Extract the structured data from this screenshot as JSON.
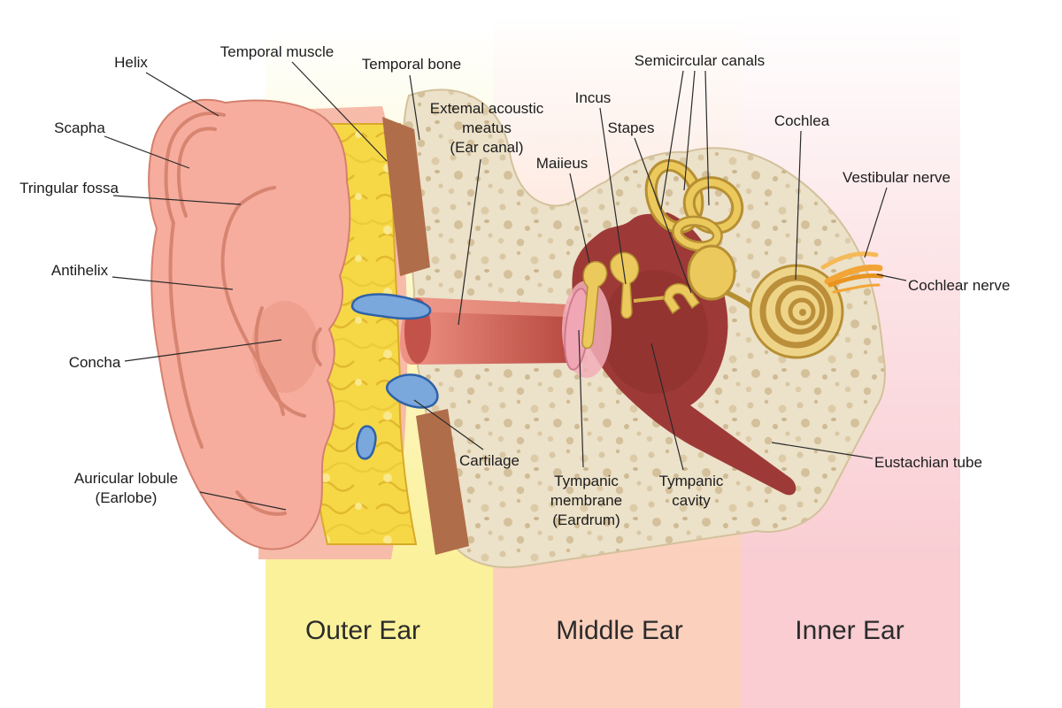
{
  "labels": {
    "helix": "Helix",
    "scapha": "Scapha",
    "triangular_fossa": "Tringular fossa",
    "antihelix": "Antihelix",
    "concha": "Concha",
    "auricular_lobule": "Auricular lobule\n(Earlobe)",
    "temporal_muscle": "Temporal muscle",
    "temporal_bone": "Temporal bone",
    "external_acoustic_meatus": "Extemal acoustic\nmeatus\n(Ear canal)",
    "malleus": "Maiieus",
    "incus": "Incus",
    "stapes": "Stapes",
    "semicircular_canals": "Semicircular canals",
    "cochlea": "Cochlea",
    "vestibular_nerve": "Vestibular nerve",
    "cochlear_nerve": "Cochlear nerve",
    "eustachian_tube": "Eustachian tube",
    "cartilage": "Cartilage",
    "tympanic_membrane": "Tympanic\nmembrane\n(Eardrum)",
    "tympanic_cavity": "Tympanic\ncavity"
  },
  "regions": {
    "outer_ear": {
      "label": "Outer Ear",
      "band_color": "#fbf19b"
    },
    "middle_ear": {
      "label": "Middle Ear",
      "band_color": "#fbd0bc"
    },
    "inner_ear": {
      "label": "Inner Ear",
      "band_color": "#f9cdd2"
    }
  },
  "palette": {
    "skin": "#f6ad9e",
    "skin_shadow": "#d4806d",
    "bone": "#ece1c9",
    "bone_dots": "#d6c3a0",
    "fat_tissue": "#f6d847",
    "tympanic_cavity_red": "#9d3a37",
    "ossicle_yellow": "#ecc95c",
    "cochlea_yellow": "#eed489",
    "cartilage_blue": "#7aa7dc",
    "nerve_orange": "#f2a536",
    "eardrum_pink": "#f1a6b6",
    "callout_line": "#2a2a2a"
  }
}
